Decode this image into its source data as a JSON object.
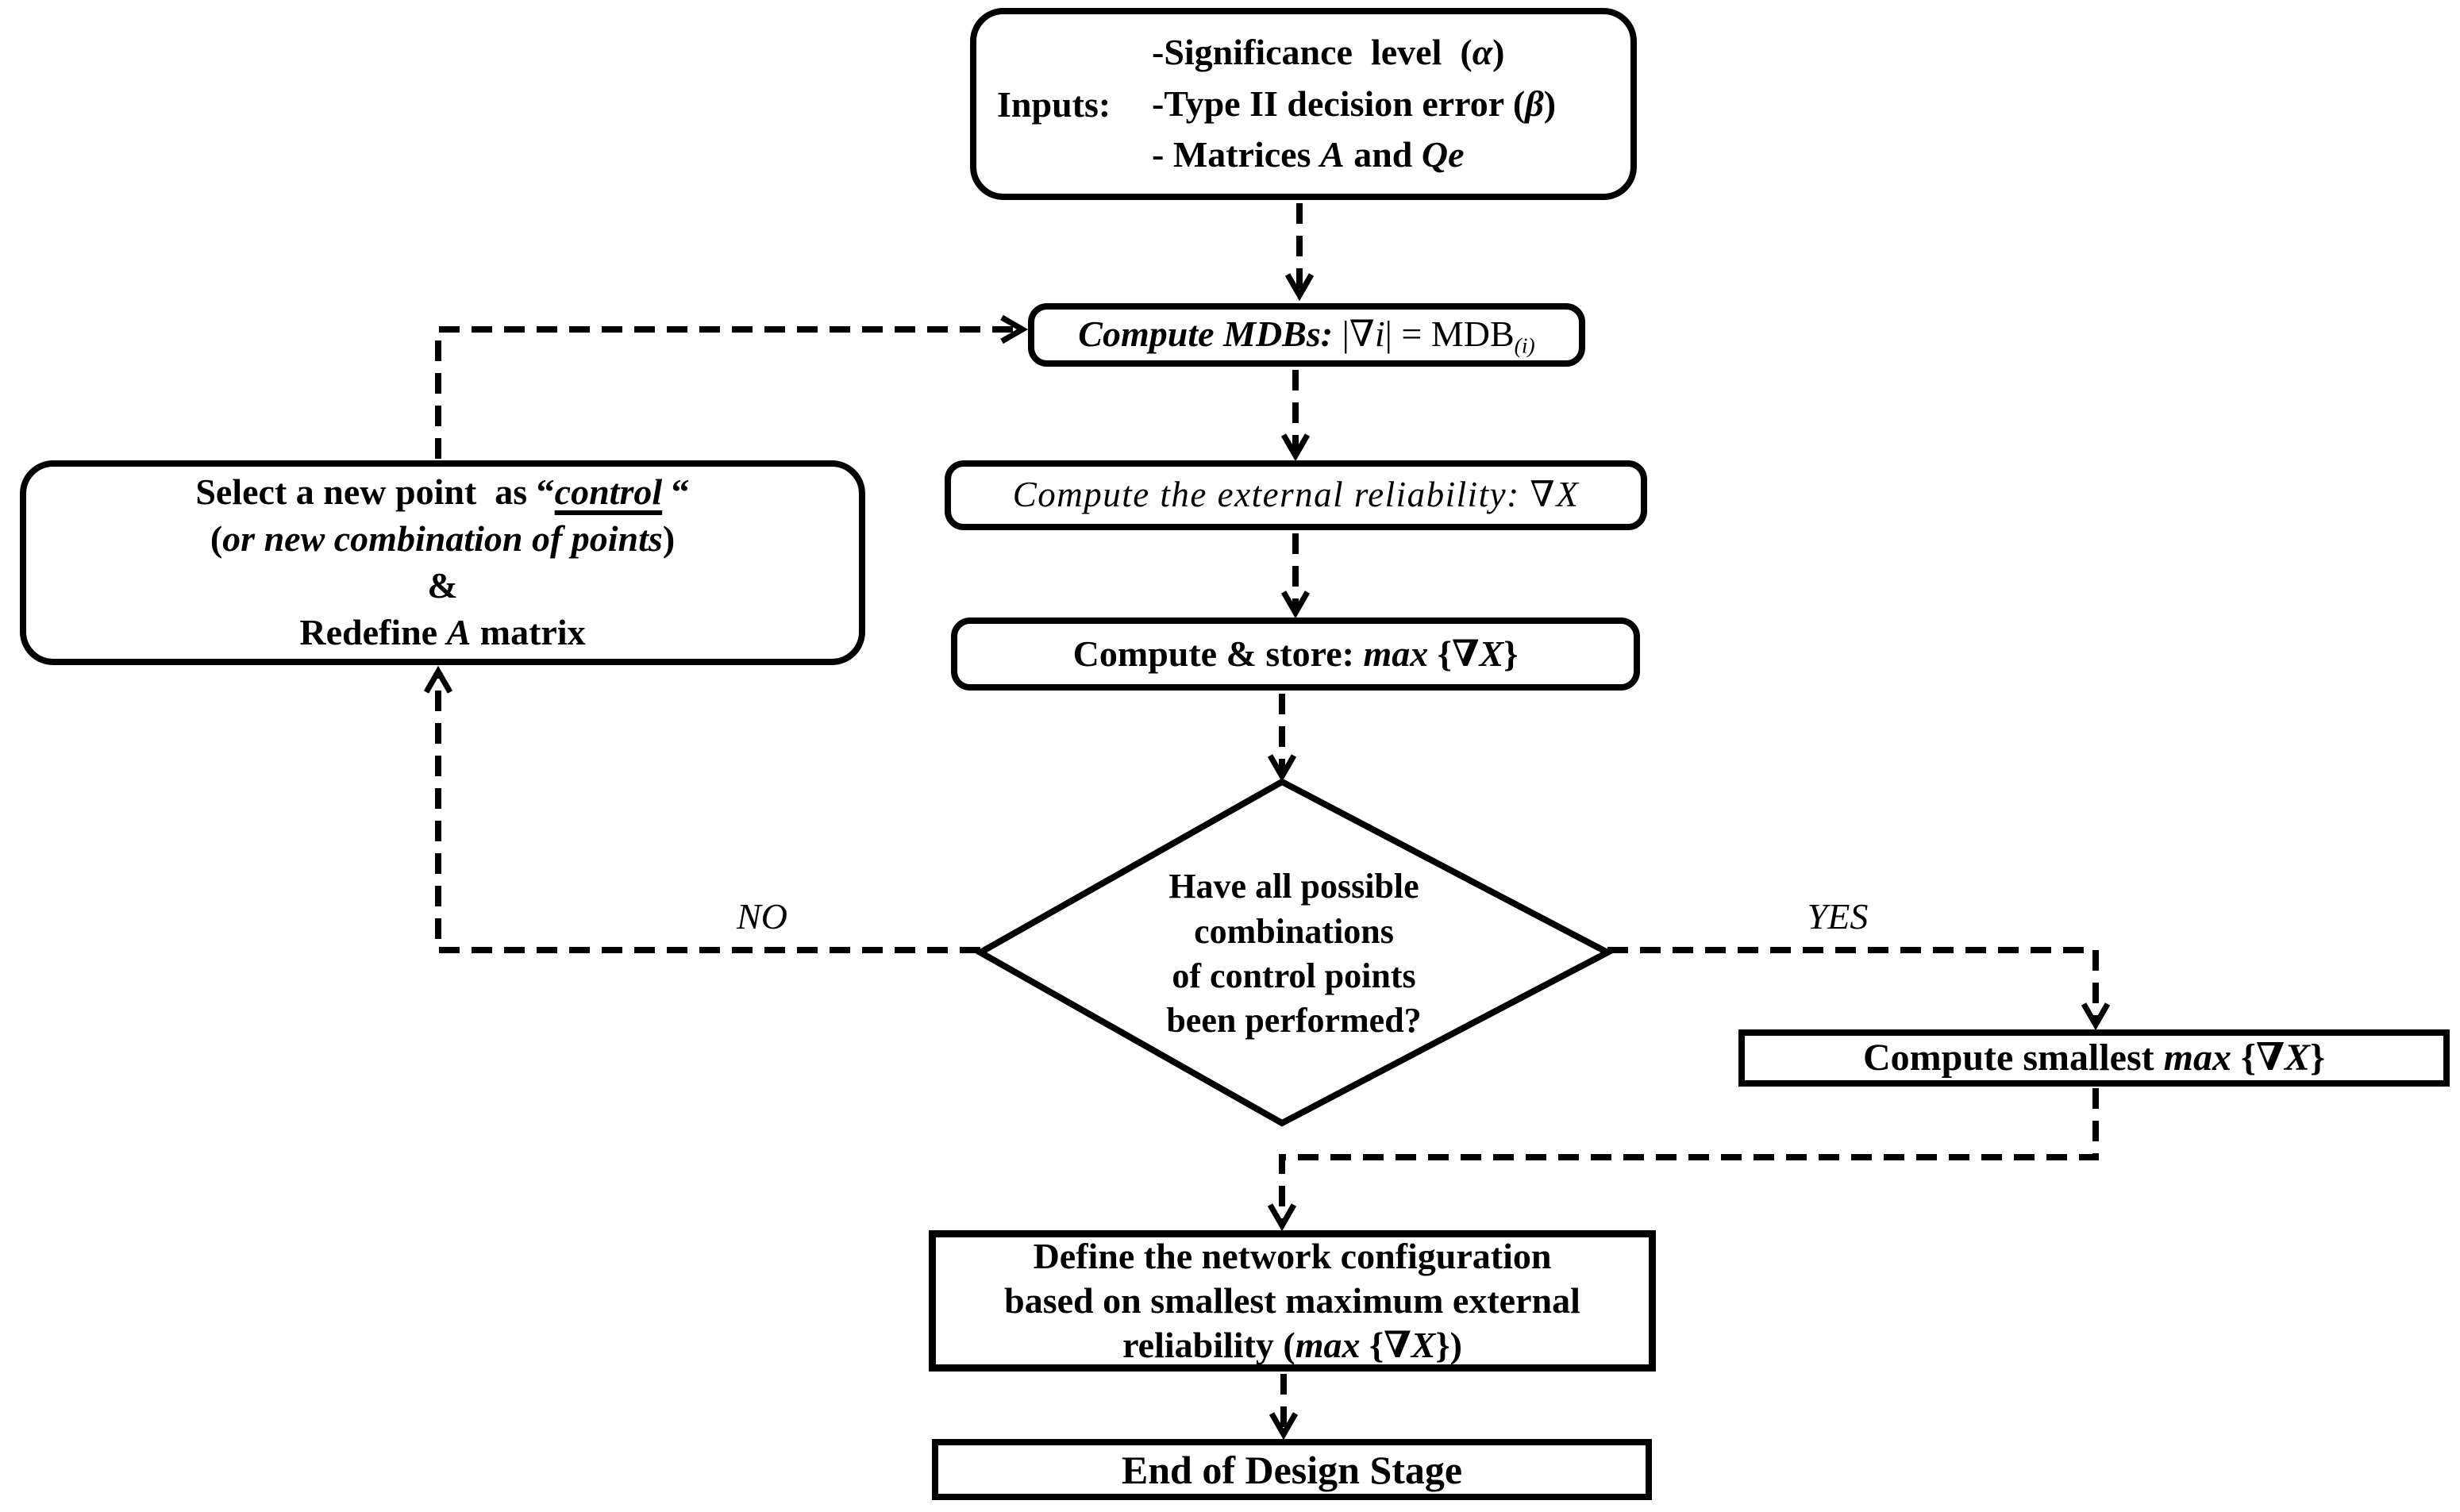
{
  "figure": {
    "background": "#ffffff",
    "ink": "#000000",
    "nodes": {
      "inputs": {
        "label": "Inputs:",
        "items": [
          [
            {
              "t": "-Significance  level  (",
              "s": ""
            },
            {
              "t": "α",
              "s": "i"
            },
            {
              "t": ")",
              "s": ""
            }
          ],
          [
            {
              "t": "-Type II decision error (",
              "s": ""
            },
            {
              "t": "β",
              "s": "i"
            },
            {
              "t": ")",
              "s": ""
            }
          ],
          [
            {
              "t": "- Matrices ",
              "s": ""
            },
            {
              "t": "A",
              "s": "i"
            },
            {
              "t": " and ",
              "s": ""
            },
            {
              "t": "Qe",
              "s": "i"
            }
          ]
        ]
      },
      "compute_mdbs": {
        "lines": [
          [
            {
              "t": "Compute MDBs:",
              "s": "ie"
            },
            {
              "t": " |∇",
              "s": ""
            },
            {
              "t": "i",
              "s": "i"
            },
            {
              "t": "| = MDB",
              "s": ""
            },
            {
              "t": "(i)",
              "s": "di"
            }
          ]
        ]
      },
      "compute_external": {
        "lines": [
          [
            {
              "t": "Compute the external reliability: ",
              "s": "i"
            },
            {
              "t": "∇",
              "s": ""
            },
            {
              "t": "X",
              "s": "i"
            }
          ]
        ]
      },
      "compute_store": {
        "lines": [
          [
            {
              "t": "Compute & store: ",
              "s": ""
            },
            {
              "t": "max",
              "s": "i"
            },
            {
              "t": " {∇",
              "s": ""
            },
            {
              "t": "X",
              "s": "i"
            },
            {
              "t": "}",
              "s": ""
            }
          ]
        ]
      },
      "decision": {
        "lines": [
          [
            {
              "t": "Have all possible",
              "s": ""
            }
          ],
          [
            {
              "t": "combinations",
              "s": ""
            }
          ],
          [
            {
              "t": "of control points",
              "s": ""
            }
          ],
          [
            {
              "t": "been performed?",
              "s": ""
            }
          ]
        ]
      },
      "select_new_point": {
        "lines": [
          [
            {
              "t": "Select a new point  as “",
              "s": ""
            },
            {
              "t": "control",
              "s": "iu"
            },
            {
              "t": " “",
              "s": ""
            }
          ],
          [
            {
              "t": "(",
              "s": ""
            },
            {
              "t": "or new combination of points",
              "s": "i"
            },
            {
              "t": ")",
              "s": ""
            }
          ],
          [
            {
              "t": "&",
              "s": ""
            }
          ],
          [
            {
              "t": "Redefine ",
              "s": ""
            },
            {
              "t": "A",
              "s": "i"
            },
            {
              "t": " matrix",
              "s": ""
            }
          ]
        ]
      },
      "compute_smallest": {
        "lines": [
          [
            {
              "t": "Compute smallest ",
              "s": ""
            },
            {
              "t": "max",
              "s": "i"
            },
            {
              "t": " {∇",
              "s": ""
            },
            {
              "t": "X",
              "s": "i"
            },
            {
              "t": "}",
              "s": ""
            }
          ]
        ]
      },
      "define_network": {
        "lines": [
          [
            {
              "t": "Define the network configuration",
              "s": ""
            }
          ],
          [
            {
              "t": "based on smallest maximum external",
              "s": ""
            }
          ],
          [
            {
              "t": "reliability (",
              "s": ""
            },
            {
              "t": "max",
              "s": "i"
            },
            {
              "t": " {∇",
              "s": ""
            },
            {
              "t": "X",
              "s": "i"
            },
            {
              "t": "})",
              "s": ""
            }
          ]
        ]
      },
      "end_stage": {
        "lines": [
          [
            {
              "t": "End of Design Stage",
              "s": ""
            }
          ]
        ]
      }
    },
    "edge_labels": {
      "no": "NO",
      "yes": "YES"
    }
  }
}
